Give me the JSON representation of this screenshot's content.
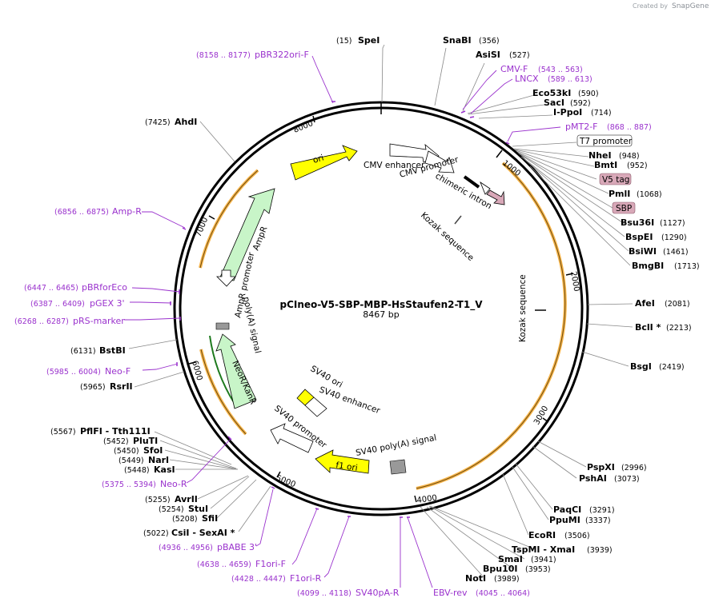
{
  "credit": {
    "created_by": "Created by",
    "brand": "SnapGene"
  },
  "plasmid": {
    "name": "pCIneo-V5-SBP-MBP-HsStaufen2-T1_V",
    "size": "8467 bp"
  },
  "ticks": [
    "1000",
    "2000",
    "3000",
    "4000",
    "5000",
    "6000",
    "7000",
    "8000"
  ],
  "features": {
    "ori": "ori",
    "cmv_enhancer": "CMV enhancer",
    "cmv_promoter": "CMV promoter",
    "chimeric_intron": "chimeric intron",
    "kozak_1": "Kozak sequence",
    "kozak_2": "Kozak sequence",
    "ampr": "AmpR",
    "ampr_promoter": "AmpR promoter",
    "polya": "poly(A) signal",
    "neor": "NeoR/KanR",
    "sv40_ori": "SV40 ori",
    "sv40_enhancer": "SV40 enhancer",
    "sv40_promoter": "SV40 promoter",
    "sv40_polya": "SV40 poly(A) signal",
    "f1_ori": "f1 ori",
    "t7_promoter": "T7 promoter",
    "v5_tag": "V5 tag",
    "sbp": "SBP"
  },
  "enzymes": [
    {
      "name": "SpeI",
      "pos": "(15)"
    },
    {
      "name": "SnaBI",
      "pos": "(356)"
    },
    {
      "name": "AsiSI",
      "pos": "(527)"
    },
    {
      "name": "Eco53kI",
      "pos": "(590)"
    },
    {
      "name": "SacI",
      "pos": "(592)"
    },
    {
      "name": "I-PpoI",
      "pos": "(714)"
    },
    {
      "name": "NheI",
      "pos": "(948)"
    },
    {
      "name": "BmtI",
      "pos": "(952)"
    },
    {
      "name": "PmlI",
      "pos": "(1068)"
    },
    {
      "name": "Bsu36I",
      "pos": "(1127)"
    },
    {
      "name": "BspEI",
      "pos": "(1290)"
    },
    {
      "name": "BsiWI",
      "pos": "(1461)"
    },
    {
      "name": "BmgBI",
      "pos": "(1713)"
    },
    {
      "name": "AfeI",
      "pos": "(2081)"
    },
    {
      "name": "BclI *",
      "pos": "(2213)"
    },
    {
      "name": "BsgI",
      "pos": "(2419)"
    },
    {
      "name": "PspXI",
      "pos": "(2996)"
    },
    {
      "name": "PshAI",
      "pos": "(3073)"
    },
    {
      "name": "PaqCI",
      "pos": "(3291)"
    },
    {
      "name": "PpuMI",
      "pos": "(3337)"
    },
    {
      "name": "EcoRI",
      "pos": "(3506)"
    },
    {
      "name": "TspMI  - XmaI",
      "pos": "(3939)"
    },
    {
      "name": "SmaI",
      "pos": "(3941)"
    },
    {
      "name": "Bpu10I",
      "pos": "(3953)"
    },
    {
      "name": "NotI",
      "pos": "(3989)"
    },
    {
      "name": "CsiI  - SexAI *",
      "pos": "(5022)"
    },
    {
      "name": "SfiI",
      "pos": "(5208)"
    },
    {
      "name": "StuI",
      "pos": "(5254)"
    },
    {
      "name": "AvrII",
      "pos": "(5255)"
    },
    {
      "name": "KasI",
      "pos": "(5448)"
    },
    {
      "name": "NarI",
      "pos": "(5449)"
    },
    {
      "name": "SfoI",
      "pos": "(5450)"
    },
    {
      "name": "PluTI",
      "pos": "(5452)"
    },
    {
      "name": "PflFI  - Tth111I",
      "pos": "(5567)"
    },
    {
      "name": "RsrII",
      "pos": "(5965)"
    },
    {
      "name": "BstBI",
      "pos": "(6131)"
    },
    {
      "name": "AhdI",
      "pos": "(7425)"
    }
  ],
  "primers": [
    {
      "name": "pBR322ori-F",
      "pos": "(8158 .. 8177)"
    },
    {
      "name": "CMV-F",
      "pos": "(543 .. 563)"
    },
    {
      "name": "LNCX",
      "pos": "(589 .. 613)"
    },
    {
      "name": "pMT2-F",
      "pos": "(868 .. 887)"
    },
    {
      "name": "Amp-R",
      "pos": "(6856 .. 6875)"
    },
    {
      "name": "pBRforEco",
      "pos": "(6447 .. 6465)"
    },
    {
      "name": "pGEX 3'",
      "pos": "(6387 .. 6409)"
    },
    {
      "name": "pRS-marker",
      "pos": "(6268 .. 6287)"
    },
    {
      "name": "Neo-F",
      "pos": "(5985 .. 6004)"
    },
    {
      "name": "Neo-R",
      "pos": "(5375 .. 5394)"
    },
    {
      "name": "pBABE 3'",
      "pos": "(4936 .. 4956)"
    },
    {
      "name": "F1ori-F",
      "pos": "(4638 .. 4659)"
    },
    {
      "name": "F1ori-R",
      "pos": "(4428 .. 4447)"
    },
    {
      "name": "SV40pA-R",
      "pos": "(4099 .. 4118)"
    },
    {
      "name": "EBV-rev",
      "pos": "(4045 .. 4064)"
    }
  ],
  "colors": {
    "yellow": "#ffff00",
    "orange": "#f7b54a",
    "green": "#c8f5c8",
    "pink": "#d8a8b8",
    "purple": "#9a32cd",
    "gray": "#999999"
  }
}
